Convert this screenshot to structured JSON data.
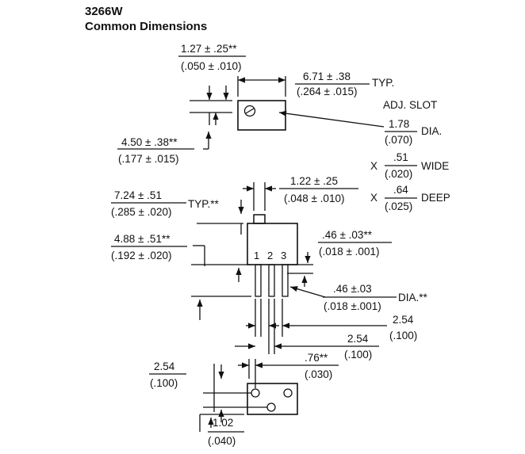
{
  "header": {
    "model": "3266W",
    "subtitle": "Common Dimensions"
  },
  "top_view": {
    "slot_width_mm": "1.27 ± .25**",
    "slot_width_in": "(.050 ± .010)",
    "body_width_mm": "6.71 ± .38",
    "body_width_in": "(.264 ± .015)",
    "body_width_note": "TYP.",
    "slot_offset_mm": "4.50 ± .38**",
    "slot_offset_in": "(.177 ± .015)"
  },
  "adj_slot": {
    "title": "ADJ. SLOT",
    "dia_mm": "1.78",
    "dia_in": "(.070)",
    "dia_label": "DIA.",
    "x1": "X",
    "wide_mm": ".51",
    "wide_in": "(.020)",
    "wide_label": "WIDE",
    "x2": "X",
    "deep_mm": ".64",
    "deep_in": "(.025)",
    "deep_label": "DEEP"
  },
  "side_view": {
    "height_mm": "7.24 ± .51",
    "height_in": "(.285 ± .020)",
    "height_note": "TYP.**",
    "knob_mm": "1.22 ± .25",
    "knob_in": "(.048 ± .010)",
    "pin_len_mm": "4.88 ± .51**",
    "pin_len_in": "(.192 ± .020)",
    "pin_thick_mm": ".46 ± .03**",
    "pin_thick_in": "(.018 ± .001)",
    "pin_dia_mm": ".46 ±.03",
    "pin_dia_in": "(.018 ±.001)",
    "pin_dia_label": "DIA.**",
    "pin_labels": [
      "1",
      "2",
      "3"
    ],
    "outer_pitch_mm": "2.54",
    "outer_pitch_in": "(.100)",
    "inner_pitch_mm": "2.54",
    "inner_pitch_in": "(.100)"
  },
  "bottom_view": {
    "offset_mm": ".76**",
    "offset_in": "(.030)",
    "row_mm": "2.54",
    "row_in": "(.100)",
    "pin_offset_mm": "1.02",
    "pin_offset_in": "(.040)"
  }
}
